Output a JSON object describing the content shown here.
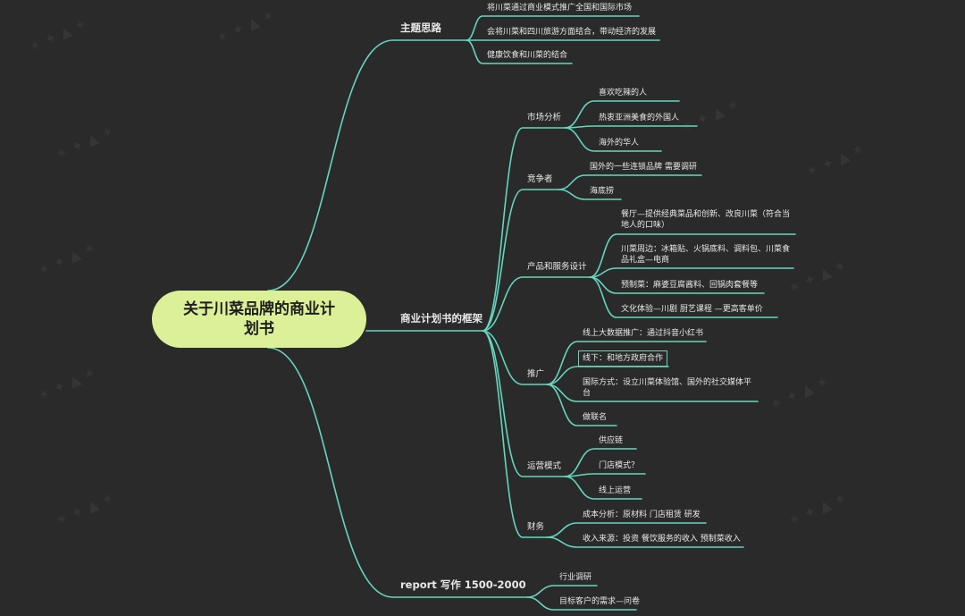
{
  "root": {
    "title": "关于川菜品牌的商业计划书"
  },
  "colors": {
    "line": "#65d6be",
    "root_bg": "#dcf098",
    "background": "#2a2a2b"
  },
  "branches": {
    "theme": {
      "label": "主题思路",
      "items": [
        "将川菜通过商业模式推广全国和国际市场",
        "会将川菜和四川旅游方面结合，带动经济的发展",
        "健康饮食和川菜的结合"
      ]
    },
    "framework": {
      "label": "商业计划书的框架"
    },
    "report": {
      "label": "report 写作 1500-2000",
      "items": [
        "行业调研",
        "目标客户的需求—问卷"
      ]
    }
  },
  "market": {
    "label": "市场分析",
    "items": [
      "喜欢吃辣的人",
      "热衷亚洲美食的外国人",
      "海外的华人"
    ]
  },
  "competitors": {
    "label": "竞争者",
    "items": [
      "国外的一些连锁品牌 需要调研",
      "海底捞"
    ]
  },
  "product": {
    "label": "产品和服务设计",
    "items": [
      "餐厅—提供经典菜品和创新、改良川菜（符合当地人的口味）",
      "川菜周边：冰箱贴、火锅底料、调料包、川菜食品礼盒—电商",
      "预制菜：麻婆豆腐酱料、回锅肉套餐等",
      "文化体验—川剧 厨艺课程 —更高客单价"
    ]
  },
  "promotion": {
    "label": "推广",
    "items": [
      "线上大数据推广：通过抖音小红书",
      "线下：和地方政府合作",
      "国际方式：设立川菜体验馆、国外的社交媒体平台",
      "做联名"
    ]
  },
  "operations": {
    "label": "运营模式",
    "items": [
      "供应链",
      "门店模式？",
      "线上运营"
    ]
  },
  "finance": {
    "label": "财务",
    "items": [
      "成本分析：原材料 门店租赁 研发",
      "收入来源：投资 餐饮服务的收入 预制菜收入"
    ]
  }
}
